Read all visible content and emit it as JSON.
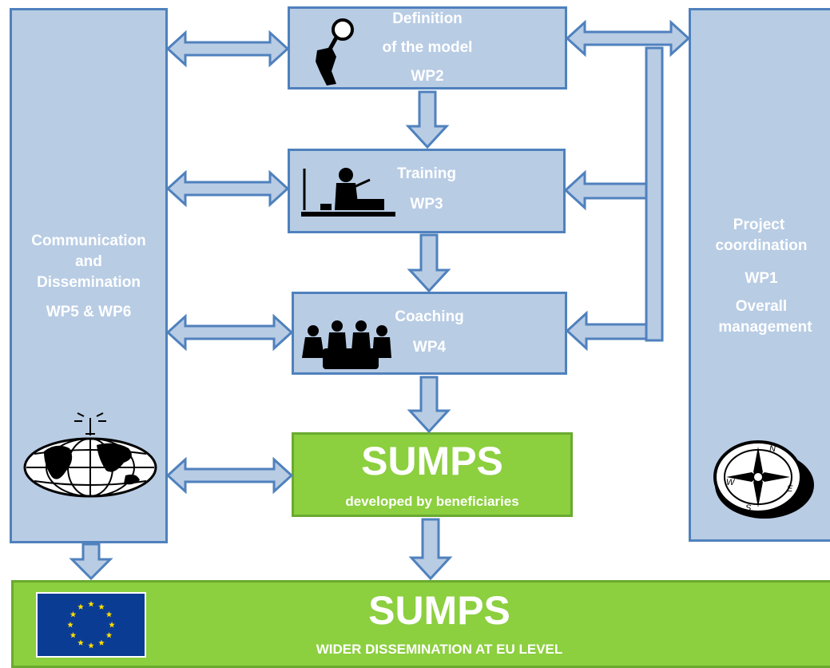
{
  "colors": {
    "box_fill": "#b8cce4",
    "box_border": "#4f81bd",
    "green_fill": "#8ccf3f",
    "green_border": "#6aaa2f",
    "text": "#ffffff",
    "eu_blue": "#0b3c94",
    "eu_star": "#ffdd00"
  },
  "left_panel": {
    "line1": "Communication",
    "line2": "and",
    "line3": "Dissemination",
    "wp": "WP5 & WP6",
    "icon": "globe-antenna-icon"
  },
  "right_panel": {
    "line1": "Project",
    "line2": "coordination",
    "wp": "WP1",
    "line3": "Overall",
    "line4": "management",
    "icon": "compass-icon"
  },
  "wp2": {
    "line1": "Definition",
    "line2": "of the model",
    "wp": "WP2",
    "icon": "magnifier-hand-icon"
  },
  "wp3": {
    "title": "Training",
    "wp": "WP3",
    "icon": "teacher-desk-icon"
  },
  "wp4": {
    "title": "Coaching",
    "wp": "WP4",
    "icon": "meeting-people-icon"
  },
  "sumps_box": {
    "title": "SUMPS",
    "subtitle": "developed by beneficiaries"
  },
  "bottom_banner": {
    "title": "SUMPS",
    "subtitle": "WIDER DISSEMINATION  AT EU LEVEL",
    "icon": "eu-flag-icon"
  }
}
